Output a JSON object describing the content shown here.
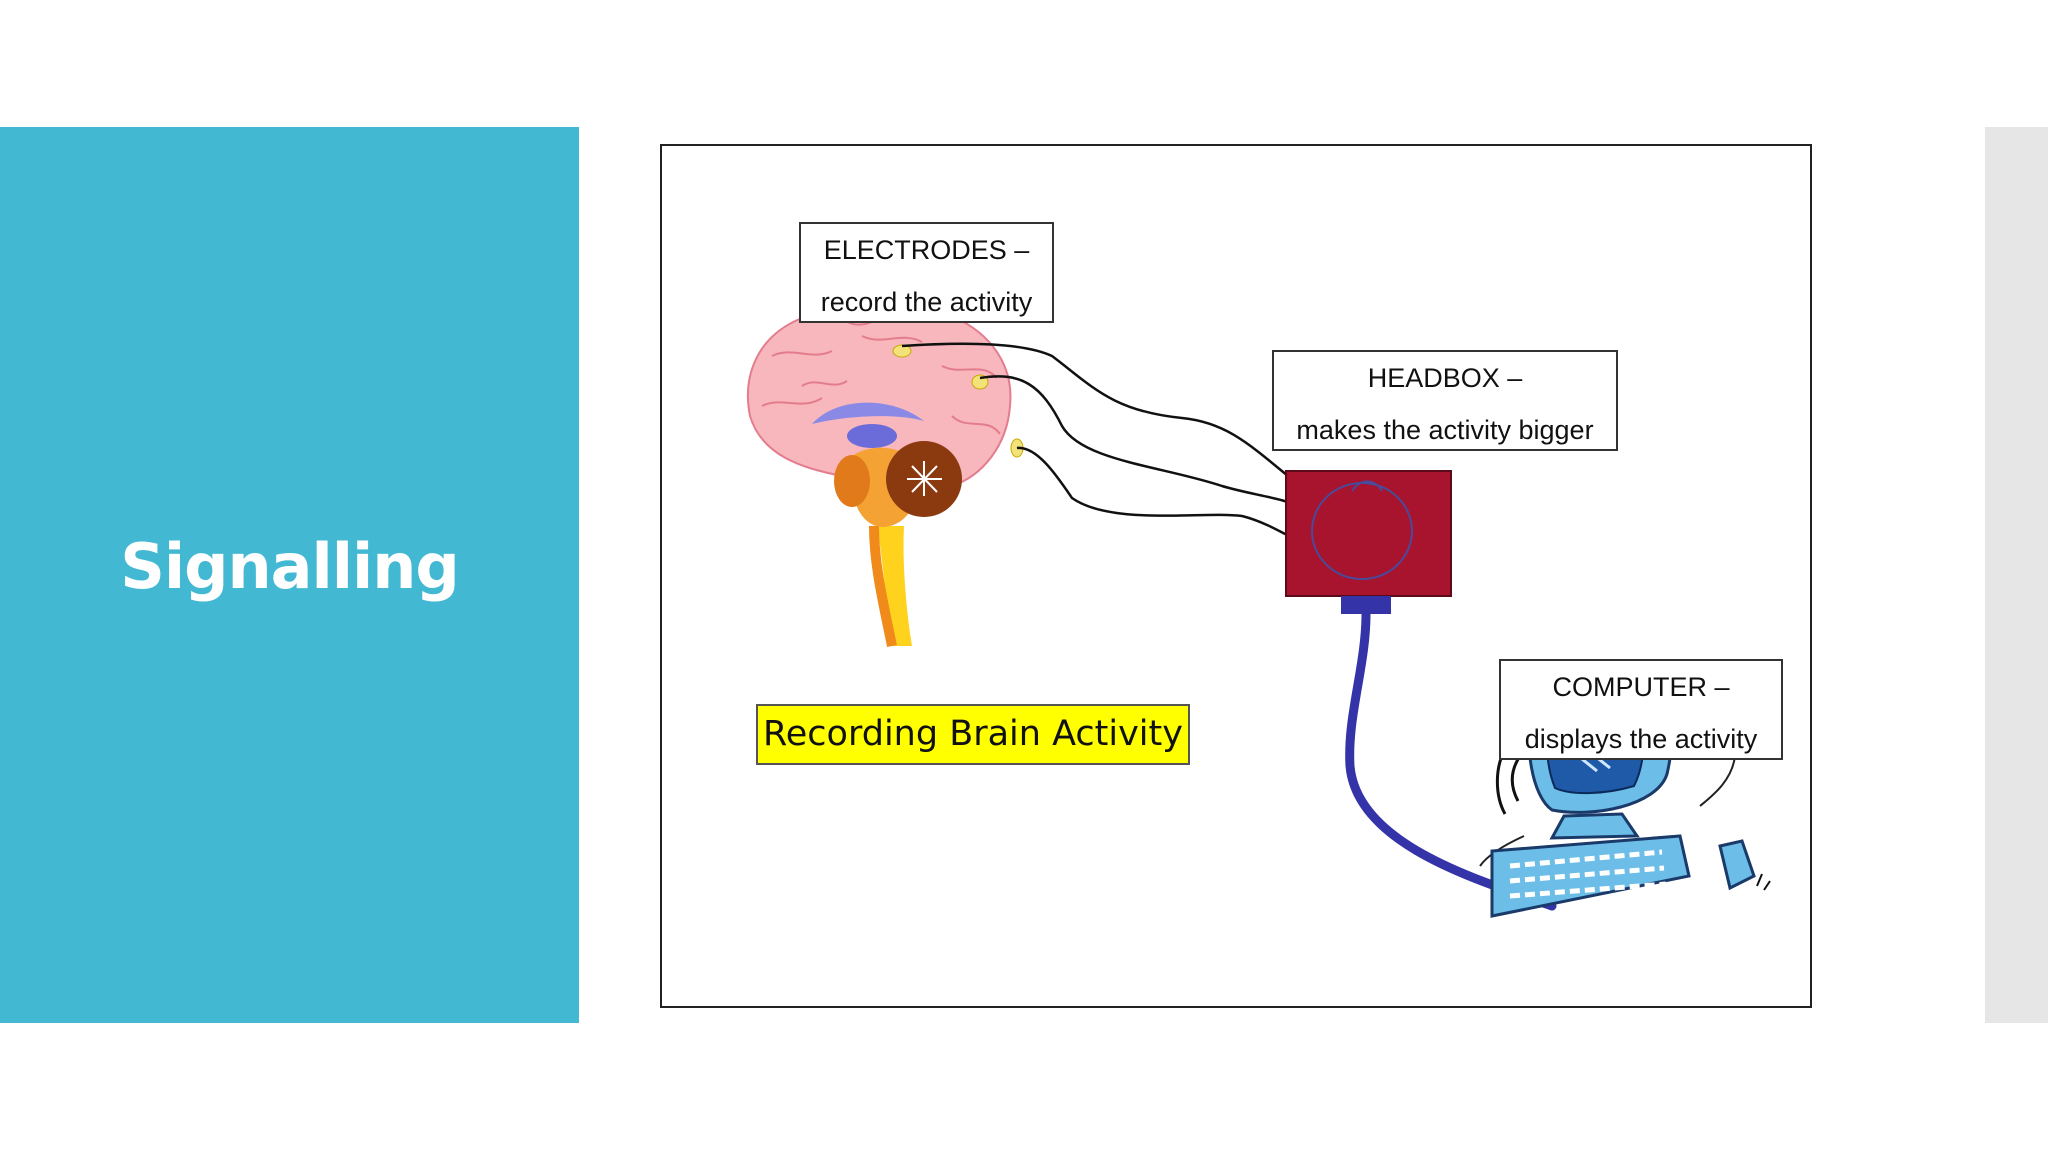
{
  "slide": {
    "title": "Signalling",
    "colors": {
      "accent_band": "#43b8d2",
      "right_band": "#e6e6e6"
    }
  },
  "diagram": {
    "electrodes": {
      "line1": "ELECTRODES –",
      "line2": "record the activity"
    },
    "headbox": {
      "line1": "HEADBOX –",
      "line2": "makes the activity bigger"
    },
    "computer": {
      "line1": "COMPUTER –",
      "line2": "displays the activity"
    },
    "banner": "Recording Brain Activity",
    "icons": [
      "brain-illustration",
      "headbox-icon",
      "computer-icon"
    ],
    "colors": {
      "headbox": "#a8132e",
      "cable": "#3434a8",
      "banner": "#ffff00"
    }
  }
}
